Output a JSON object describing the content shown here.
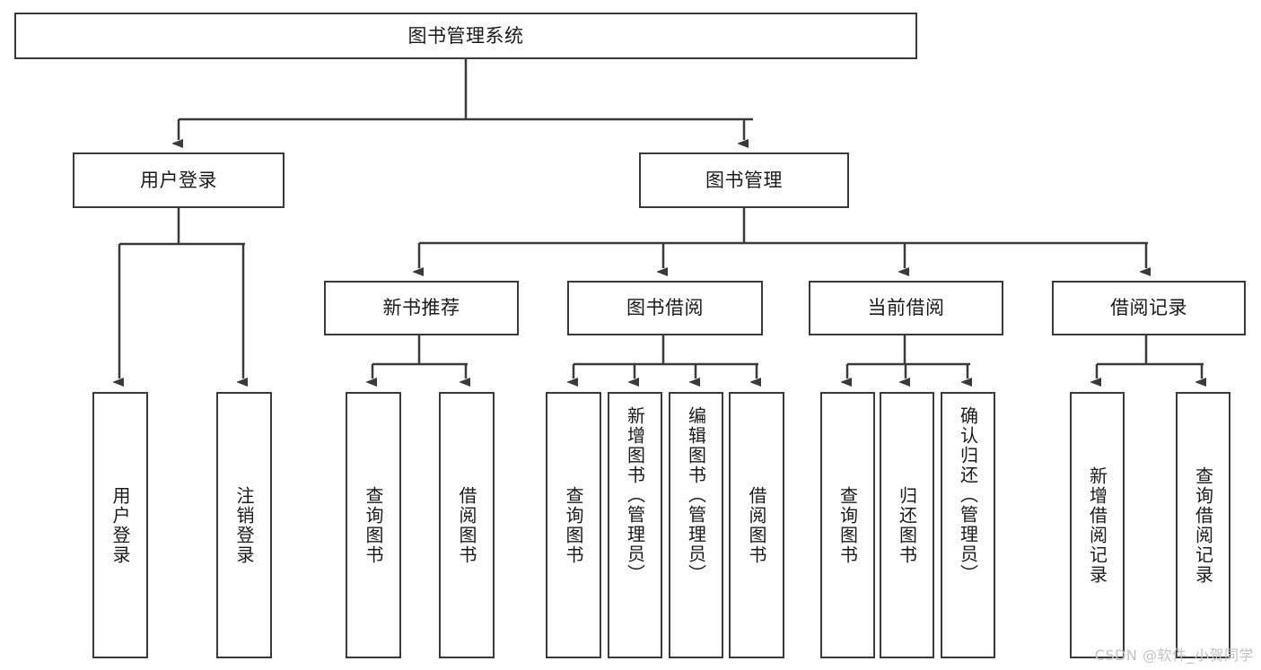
{
  "diagram": {
    "title": "图书管理系统",
    "watermark": "CSDN @软件_小贺同学",
    "colors": {
      "stroke": "#3a3a3a",
      "fill": "#ffffff",
      "text": "#1a1a1a",
      "watermark": "#c2c2c2"
    },
    "root": {
      "label": "图书管理系统"
    },
    "level2": [
      {
        "label": "用户登录"
      },
      {
        "label": "图书管理"
      }
    ],
    "level3": [
      {
        "label": "新书推荐"
      },
      {
        "label": "图书借阅"
      },
      {
        "label": "当前借阅"
      },
      {
        "label": "借阅记录"
      }
    ],
    "leaves": {
      "user_login": [
        {
          "label": "用户登录"
        },
        {
          "label": "注销登录"
        }
      ],
      "new_book": [
        {
          "label": "查询图书"
        },
        {
          "label": "借阅图书"
        }
      ],
      "borrow_book": [
        {
          "label": "查询图书"
        },
        {
          "label": "新增图书（管理员）"
        },
        {
          "label": "编辑图书（管理员）"
        },
        {
          "label": "借阅图书"
        }
      ],
      "current_borrow": [
        {
          "label": "查询图书"
        },
        {
          "label": "归还图书"
        },
        {
          "label": "确认归还（管理员）"
        }
      ],
      "borrow_record": [
        {
          "label": "新增借阅记录"
        },
        {
          "label": "查询借阅记录"
        }
      ]
    }
  }
}
